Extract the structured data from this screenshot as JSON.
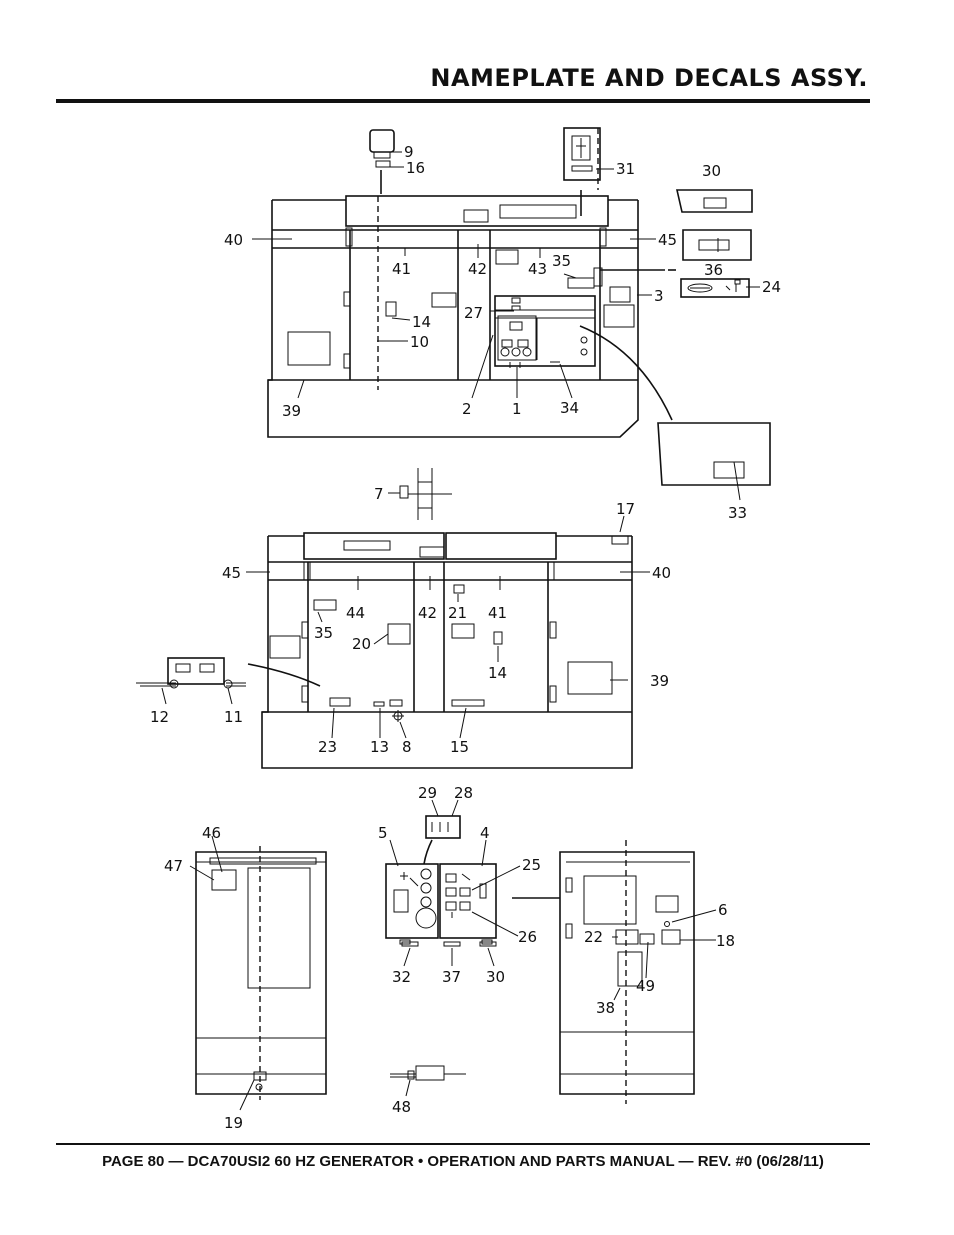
{
  "header": {
    "title": "NAMEPLATE AND DECALS ASSY."
  },
  "footer": {
    "text": "PAGE 80 — DCA70USI2 60 HZ GENERATOR • OPERATION AND PARTS MANUAL — REV. #0 (06/28/11)"
  },
  "callouts": {
    "top": [
      "9",
      "16",
      "31",
      "30",
      "40",
      "45",
      "41",
      "42",
      "43",
      "35",
      "36",
      "24",
      "3",
      "14",
      "27",
      "10",
      "2",
      "1",
      "34",
      "39",
      "33"
    ],
    "middle": [
      "7",
      "17",
      "45",
      "40",
      "44",
      "42",
      "21",
      "41",
      "35",
      "20",
      "14",
      "39",
      "12",
      "11",
      "23",
      "13",
      "8",
      "15"
    ],
    "bottom": [
      "29",
      "28",
      "46",
      "5",
      "4",
      "25",
      "47",
      "6",
      "22",
      "18",
      "26",
      "49",
      "32",
      "37",
      "30",
      "38",
      "19",
      "48"
    ]
  }
}
